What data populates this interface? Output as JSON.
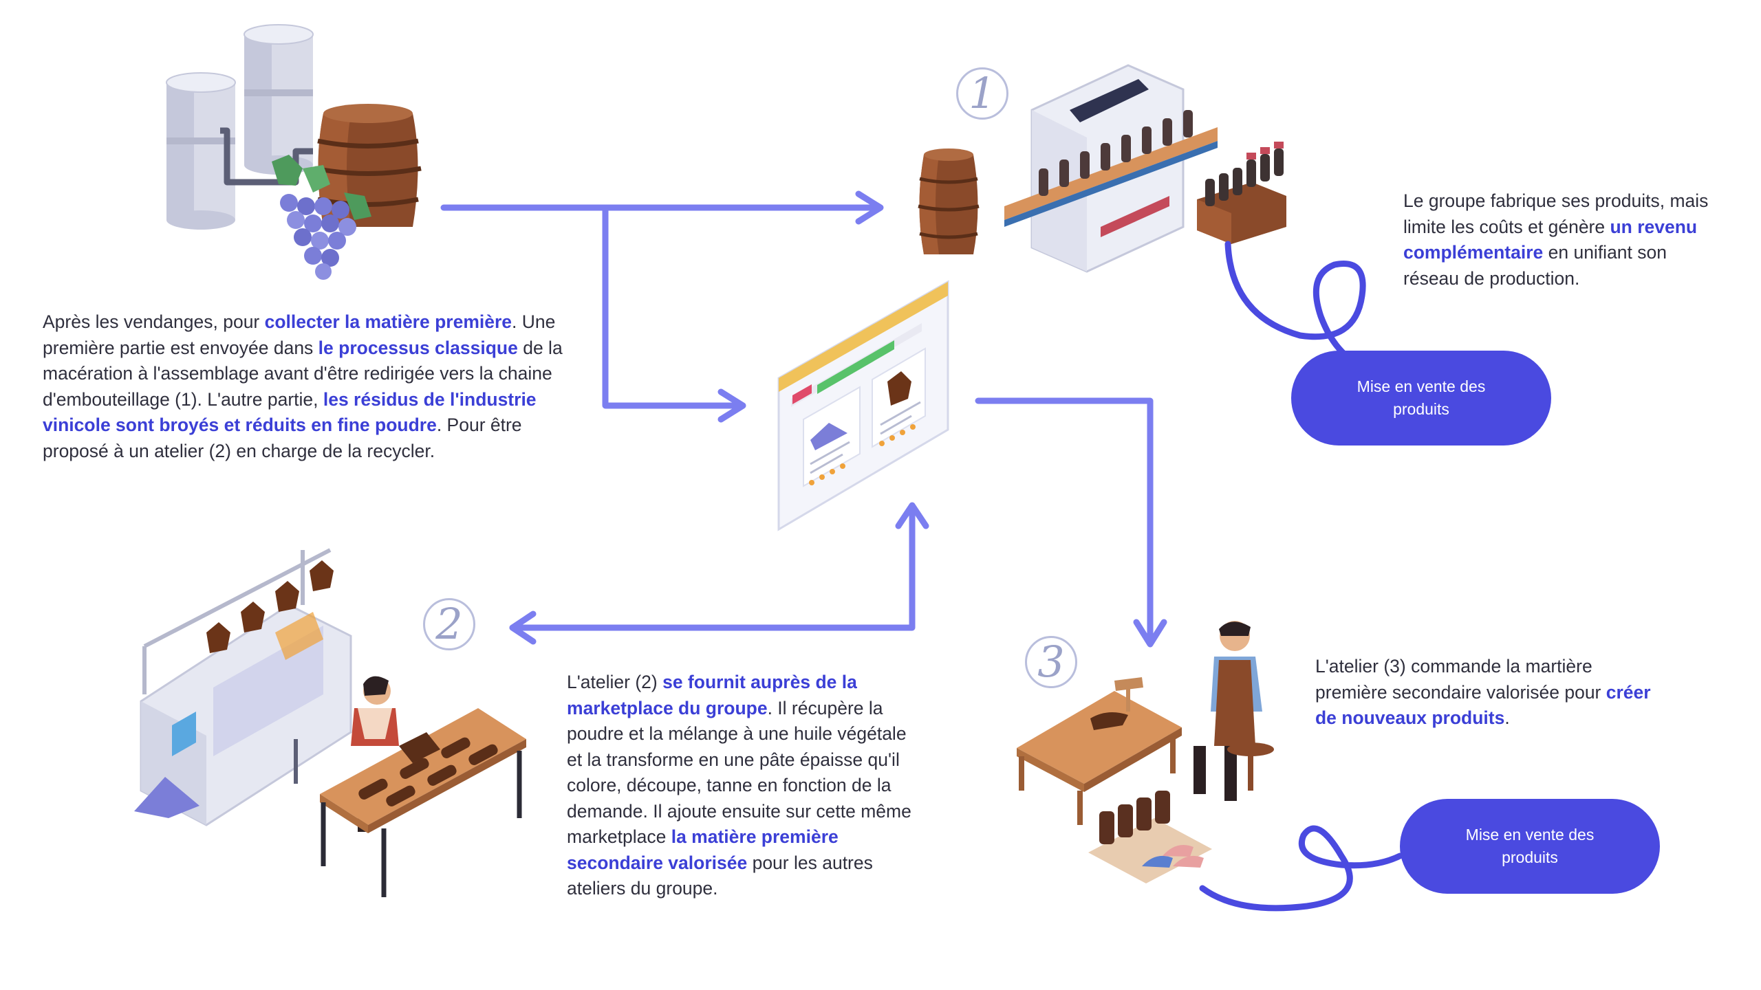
{
  "labels": {
    "one": "1",
    "two": "2",
    "three": "3"
  },
  "block1": {
    "p1": "Après les vendanges, pour ",
    "h1": "collecter la matière première",
    "p2": ". Une première partie est envoyée dans ",
    "h2": "le processus classique",
    "p3": " de la macération à l'assemblage avant d'être redirigée vers la chaine d'embouteillage (1). L'autre partie, ",
    "h3": "les résidus de l'industrie vinicole sont broyés et réduits en fine poudre",
    "p4": ". Pour être proposé à un atelier (2) en charge de la recycler."
  },
  "block2": {
    "p1": "Le groupe fabrique ses produits, mais limite les coûts et génère ",
    "h1": "un revenu complémentaire",
    "p2": " en unifiant son réseau de production."
  },
  "block3": {
    "p1": "L'atelier (2) ",
    "h1": "se fournit auprès de la marketplace du groupe",
    "p2": ". Il récupère la poudre et la mélange à une huile végétale et la transforme en une pâte épaisse qu'il colore, découpe, tanne en fonction de la demande. Il ajoute ensuite sur cette même marketplace ",
    "h2": "la matière première secondaire valorisée",
    "p3": " pour les autres ateliers du groupe."
  },
  "block4": {
    "p1": "L'atelier (3) commande la martière première secondaire valorisée pour ",
    "h1": "créer de nouveaux produits",
    "p2": "."
  },
  "pill1": {
    "label": "Mise en vente des produits"
  },
  "pill2": {
    "label": "Mise en vente des produits"
  },
  "colors": {
    "arrow": "#7b7ef0",
    "accent": "#3b3fd6",
    "pill": "#4a4ae0",
    "wood": "#8a4a2a",
    "grape": "#7b7ed8",
    "leaf": "#4e9a5c"
  }
}
